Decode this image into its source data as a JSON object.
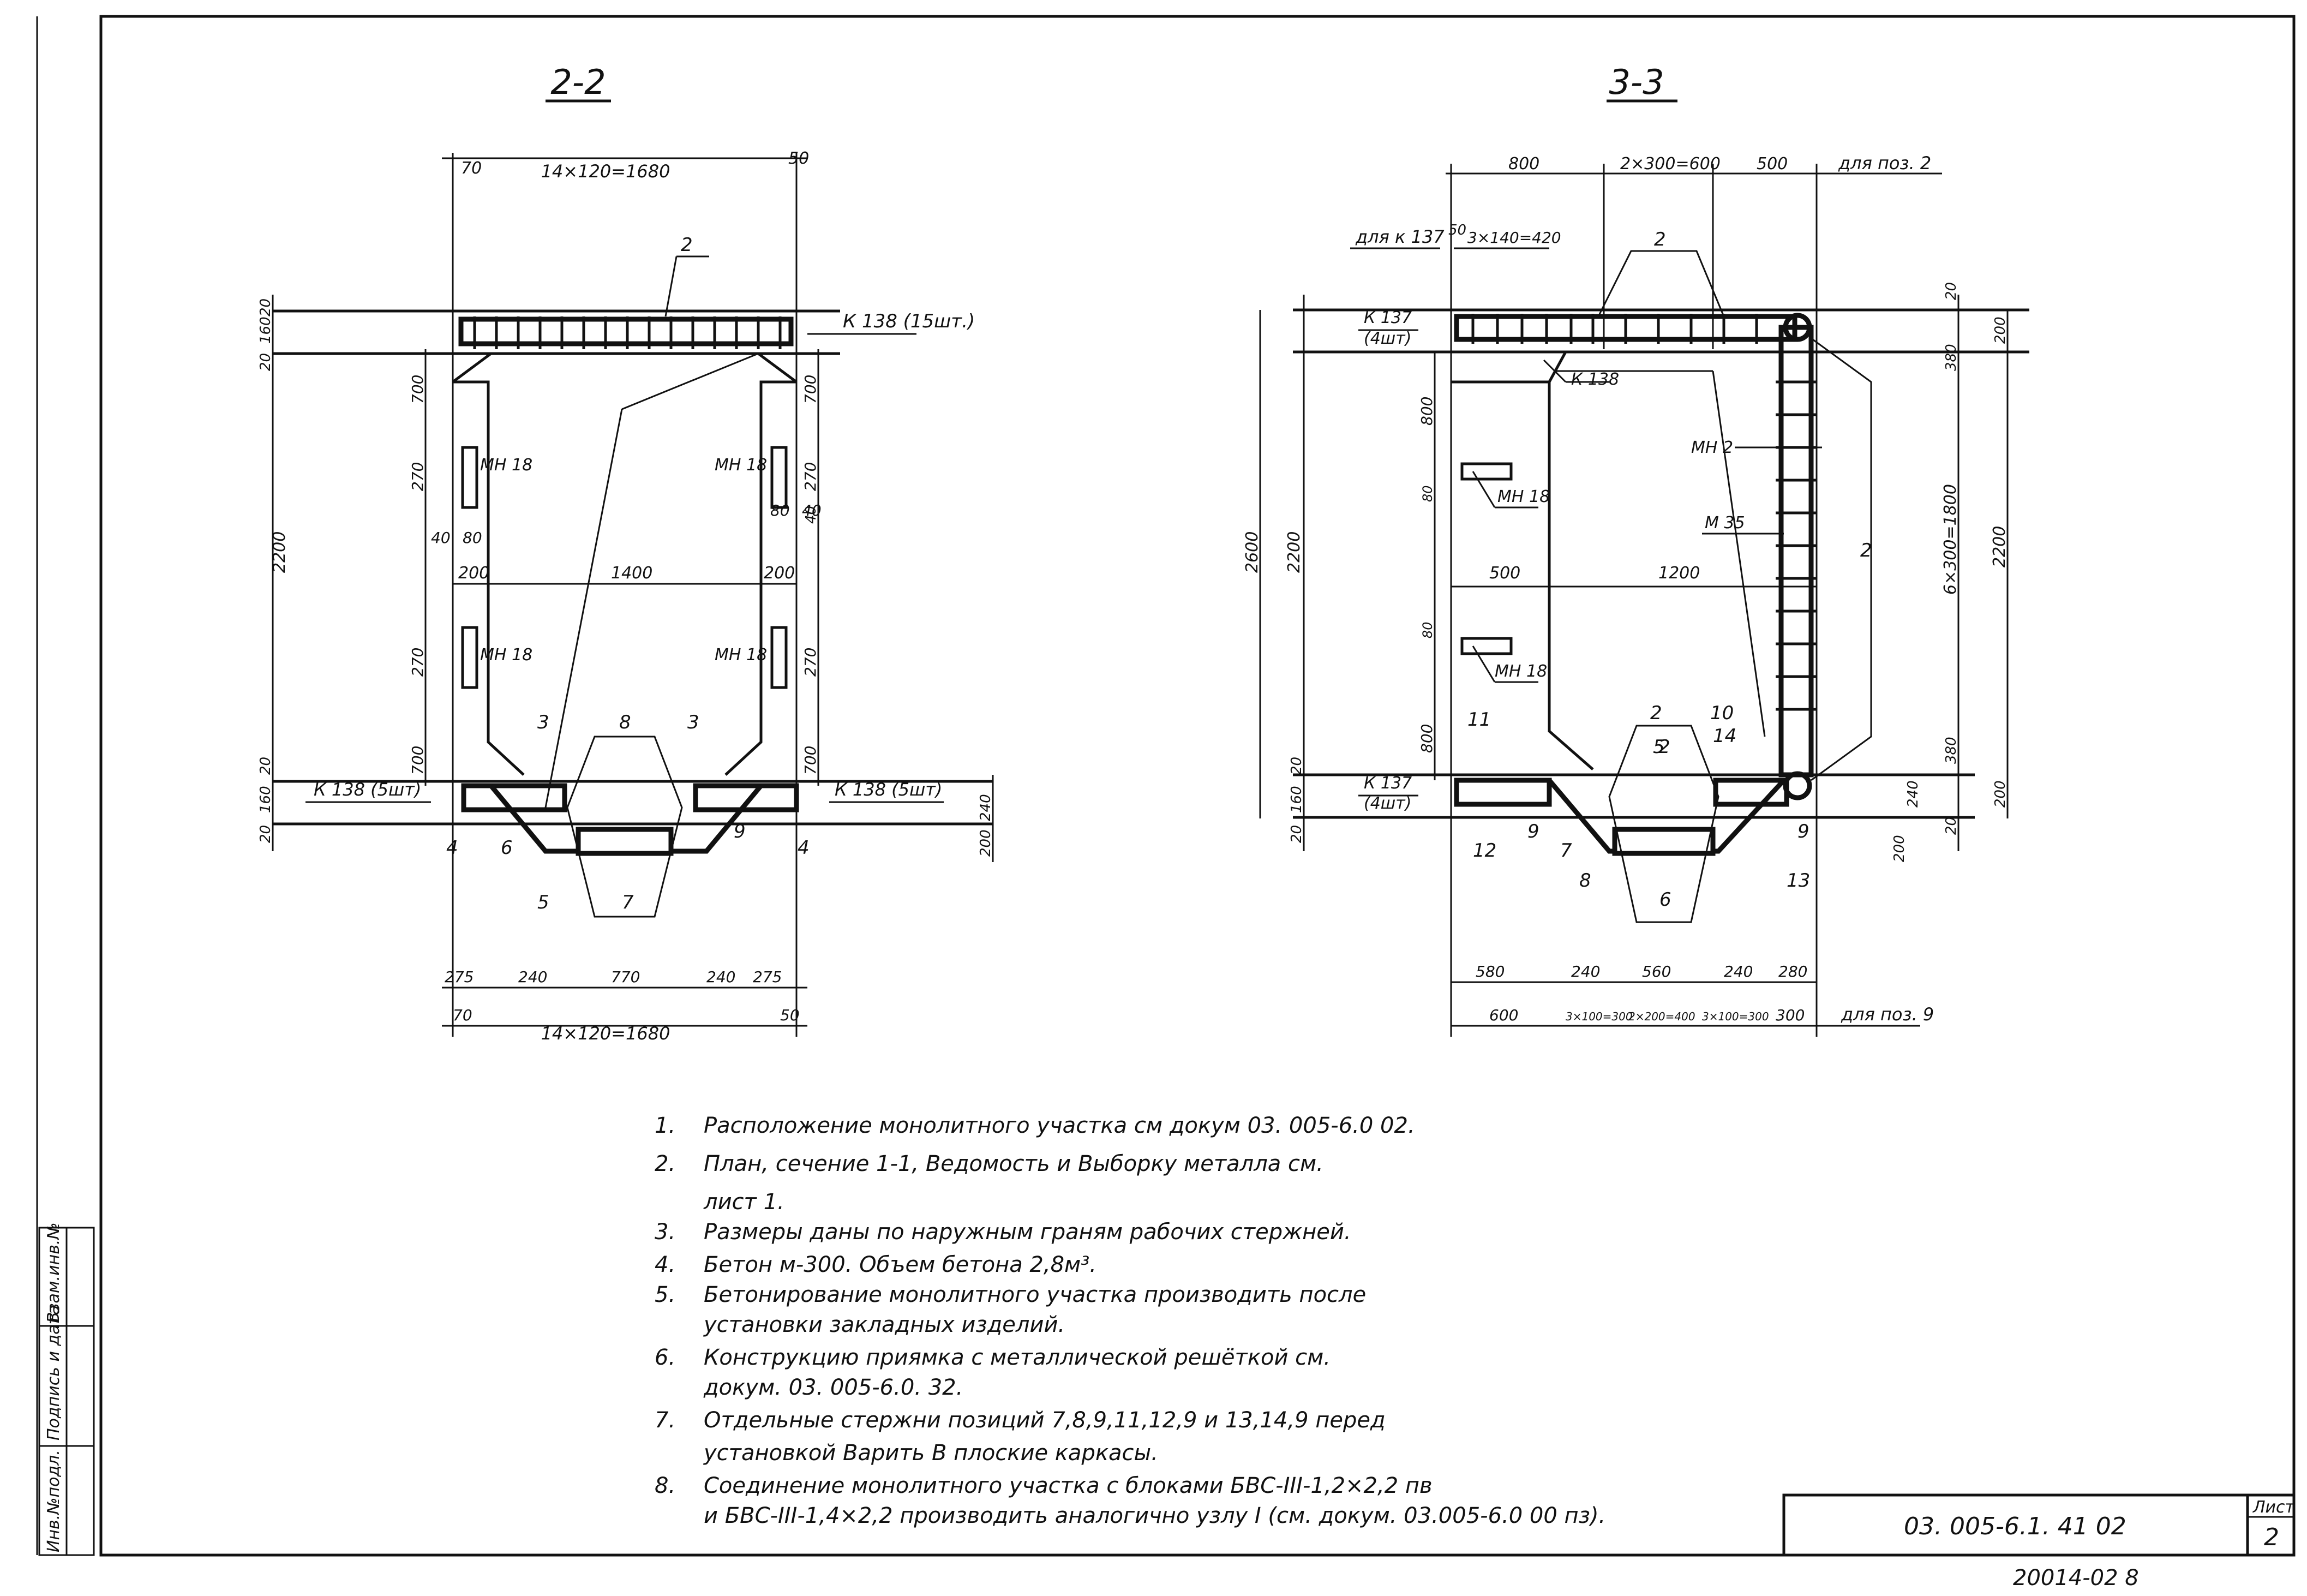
{
  "sections": {
    "s22": {
      "title": "2-2",
      "top_dims": {
        "left": "70",
        "middle": "14×120=1680",
        "right": "50"
      },
      "bottom_dims": {
        "left": "70",
        "middle": "14×120=1680",
        "right": "50"
      },
      "row_dims": [
        "275",
        "240",
        "770",
        "240",
        "275"
      ],
      "left_vertical": [
        "20",
        "160",
        "20",
        "700",
        "270",
        "2200",
        "270",
        "700",
        "20",
        "160",
        "20"
      ],
      "right_vertical": [
        "700",
        "270",
        "40",
        "270",
        "700",
        "240",
        "200"
      ],
      "small_dims": [
        "40",
        "80",
        "80",
        "40"
      ],
      "mid_dims": [
        "200",
        "1400",
        "200"
      ],
      "labels": {
        "k138_top": "К 138 (15шт.)",
        "k138_left": "К 138 (5шт)",
        "k138_right": "К 138 (5шт)",
        "mn18": "МН 18"
      },
      "positions": [
        "2",
        "3",
        "8",
        "3",
        "4",
        "6",
        "5",
        "7",
        "9",
        "4"
      ]
    },
    "s33": {
      "title": "3-3",
      "top_dims": [
        "800",
        "2×300=600",
        "500"
      ],
      "top_note": "для поз. 2",
      "k137_top": "для к 137",
      "small_top": [
        "50",
        "3×140=420"
      ],
      "labels": {
        "k137_top": "К 137",
        "k137_top_qty": "(4шт)",
        "k138": "К 138",
        "mn2": "МН 2",
        "mn18": "МН 18",
        "m35": "М 35",
        "k137_bot": "К 137",
        "k137_bot_qty": "(4шт)"
      },
      "left_vertical": [
        "2600",
        "2200",
        "800",
        "80",
        "80",
        "800",
        "20",
        "160",
        "20"
      ],
      "right_vertical": [
        "20",
        "200",
        "380",
        "6×300=1800",
        "2200",
        "380",
        "240",
        "20",
        "200",
        "200"
      ],
      "mid_dims": [
        "500",
        "1200"
      ],
      "bottom_row1": [
        "580",
        "240",
        "560",
        "240",
        "280"
      ],
      "bottom_row2": [
        "600",
        "3×100=300",
        "2×200=400",
        "3×100=300",
        "300"
      ],
      "bottom_note": "для поз. 9",
      "positions": [
        "2",
        "2",
        "11",
        "2",
        "10",
        "5",
        "14",
        "12",
        "9",
        "7",
        "9",
        "8",
        "6",
        "13",
        "2"
      ]
    }
  },
  "notes": [
    {
      "n": "1.",
      "text": "Расположение монолитного участка см докум 03. 005-6.0 02."
    },
    {
      "n": "2.",
      "text": "План, сечение 1-1, Ведомость и Выборку металла см."
    },
    {
      "n": "",
      "text": "лист 1."
    },
    {
      "n": "3.",
      "text": "Размеры даны по наружным граням рабочих стержней."
    },
    {
      "n": "4.",
      "text": "Бетон м-300. Объем бетона 2,8м³."
    },
    {
      "n": "5.",
      "text": "Бетонирование монолитного участка производить после"
    },
    {
      "n": "",
      "text": "установки закладных изделий."
    },
    {
      "n": "6.",
      "text": "Конструкцию приямка с металлической решёткой см."
    },
    {
      "n": "",
      "text": "докум. 03. 005-6.0. 32."
    },
    {
      "n": "7.",
      "text": "Отдельные стержни позиций 7,8,9,11,12,9 и 13,14,9 перед"
    },
    {
      "n": "",
      "text": "установкой Варить В плоские каркасы."
    },
    {
      "n": "8.",
      "text": "Соединение монолитного участка с блоками БВС-III-1,2×2,2 пв"
    },
    {
      "n": "",
      "text": "и БВС-III-1,4×2,2 производить аналогично узлу I (см. докум. 03.005-6.0 00 пз)."
    }
  ],
  "stamp": {
    "side_labels": [
      "Инв.№подл.",
      "Подпись и дата",
      "Взам.инв.№"
    ],
    "doc_code": "03. 005-6.1. 41 02",
    "sheet_label": "Лист",
    "sheet_number": "2",
    "archive": "20014-02 8"
  }
}
